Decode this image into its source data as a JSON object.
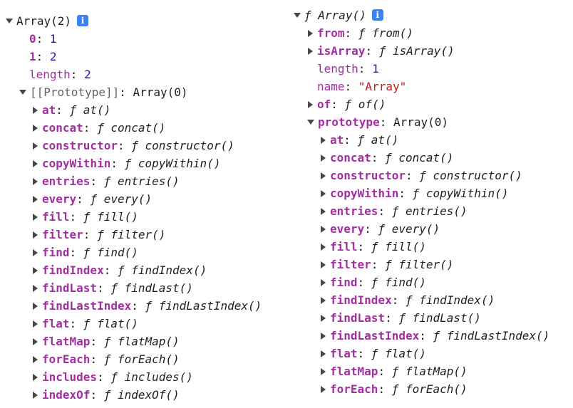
{
  "left": {
    "header": {
      "label": "Array(2)"
    },
    "items": [
      {
        "key": "0",
        "value": "1"
      },
      {
        "key": "1",
        "value": "2"
      }
    ],
    "length": {
      "key": "length",
      "value": "2"
    },
    "prototype": {
      "key": "[[Prototype]]",
      "value": "Array(0)"
    },
    "methods": [
      "at",
      "concat",
      "constructor",
      "copyWithin",
      "entries",
      "every",
      "fill",
      "filter",
      "find",
      "findIndex",
      "findLast",
      "findLastIndex",
      "flat",
      "flatMap",
      "forEach",
      "includes",
      "indexOf"
    ]
  },
  "right": {
    "header": {
      "fsym": "ƒ",
      "label": "Array()"
    },
    "statics": [
      "from",
      "isArray"
    ],
    "length": {
      "key": "length",
      "value": "1"
    },
    "name": {
      "key": "name",
      "value": "\"Array\""
    },
    "of": "of",
    "prototype": {
      "key": "prototype",
      "value": "Array(0)"
    },
    "methods": [
      "at",
      "concat",
      "constructor",
      "copyWithin",
      "entries",
      "every",
      "fill",
      "filter",
      "find",
      "findIndex",
      "findLast",
      "findLastIndex",
      "flat",
      "flatMap",
      "forEach"
    ]
  },
  "info_icon": "i",
  "colors": {
    "key": "#a32ea1",
    "number": "#1a1aa6",
    "string": "#c41a16",
    "info": "#3b82f6"
  }
}
